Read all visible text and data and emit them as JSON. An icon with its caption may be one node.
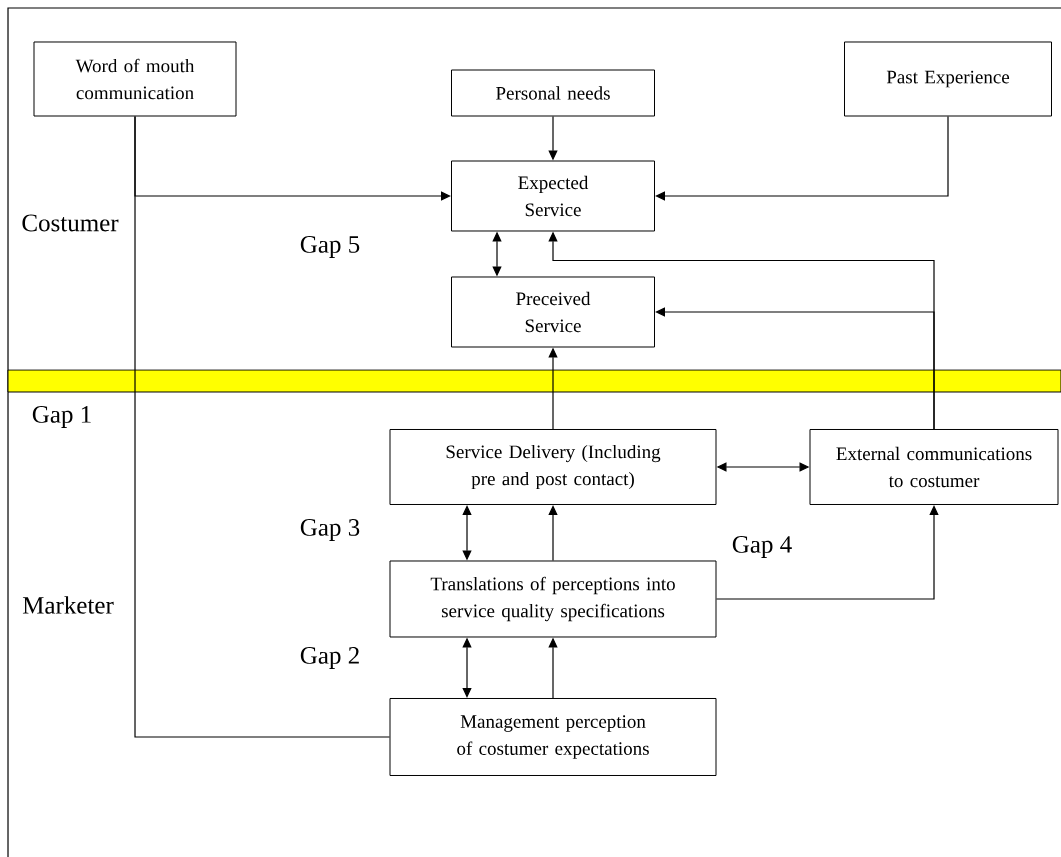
{
  "diagram": {
    "nodes": [
      {
        "text": [
          "Word of mouth communication"
        ]
      },
      {
        "text": [
          "Personal needs"
        ]
      },
      {
        "text": [
          "Past Experience"
        ]
      },
      {
        "text": [
          "Expected Service"
        ]
      },
      {
        "text": [
          "Preceived Service"
        ]
      },
      {
        "text": [
          "Service Delivery (Including pre and post contact)"
        ]
      },
      {
        "text": [
          "External communications to costumer"
        ]
      },
      {
        "text": [
          "Translations of perceptions into service quality specifications"
        ]
      },
      {
        "text": [
          "Management perception of costumer expectations"
        ]
      }
    ],
    "edges": [
      {
        "from": 0,
        "to": 3,
        "arrow": "to"
      },
      {
        "from": 1,
        "to": 3,
        "arrow": "to"
      },
      {
        "from": 2,
        "to": 3,
        "arrow": "to"
      },
      {
        "from": 3,
        "to": 4,
        "arrow": "both"
      },
      {
        "from": 6,
        "to": 3,
        "arrow": "to"
      },
      {
        "from": 6,
        "to": 4,
        "arrow": "to"
      },
      {
        "from": 5,
        "to": 4,
        "arrow": "to"
      },
      {
        "from": 5,
        "to": 6,
        "arrow": "both"
      },
      {
        "from": 5,
        "to": 7,
        "arrow": "both"
      },
      {
        "from": 7,
        "to": 5,
        "arrow": "to"
      },
      {
        "from": 7,
        "to": 6,
        "arrow": "to"
      },
      {
        "from": 7,
        "to": 8,
        "arrow": "both"
      },
      {
        "from": 8,
        "to": 7,
        "arrow": "to"
      },
      {
        "from": 0,
        "to": 8,
        "arrow": "none"
      }
    ],
    "labels": [
      "Costumer",
      "Gap 5",
      "Gap 1",
      "Gap 3",
      "Gap 4",
      "Marketer",
      "Gap 2"
    ]
  }
}
